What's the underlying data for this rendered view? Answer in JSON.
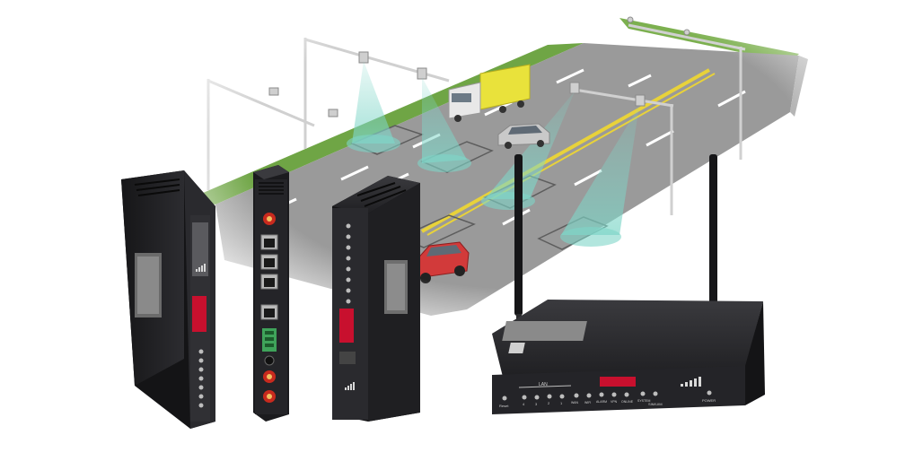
{
  "colors": {
    "road": "#9a9a9a",
    "grass": "#6fa545",
    "center_line": "#e8d23a",
    "lane_mark": "#ffffff",
    "detection_beam": "#7fd6c8",
    "device_body": "#1f1f21",
    "device_face": "#2b2b2e",
    "brand_red": "#c8102e",
    "truck_cargo": "#e9e23b",
    "car_red": "#d23a3a",
    "car_silver": "#c9c9c9"
  },
  "icons": [
    "signal-bars-icon",
    "antenna-icon",
    "ethernet-port-icon",
    "sma-connector-icon",
    "terminal-block-icon"
  ],
  "router_front": {
    "port_group": "LAN",
    "port_numbers": [
      "4",
      "3",
      "2",
      "1"
    ],
    "labels": [
      "Reset",
      "WAN",
      "WIFI",
      "ALARM",
      "VPN",
      "ONLINE",
      "SYSTEM",
      "SIM/UIM",
      "POWER"
    ]
  }
}
